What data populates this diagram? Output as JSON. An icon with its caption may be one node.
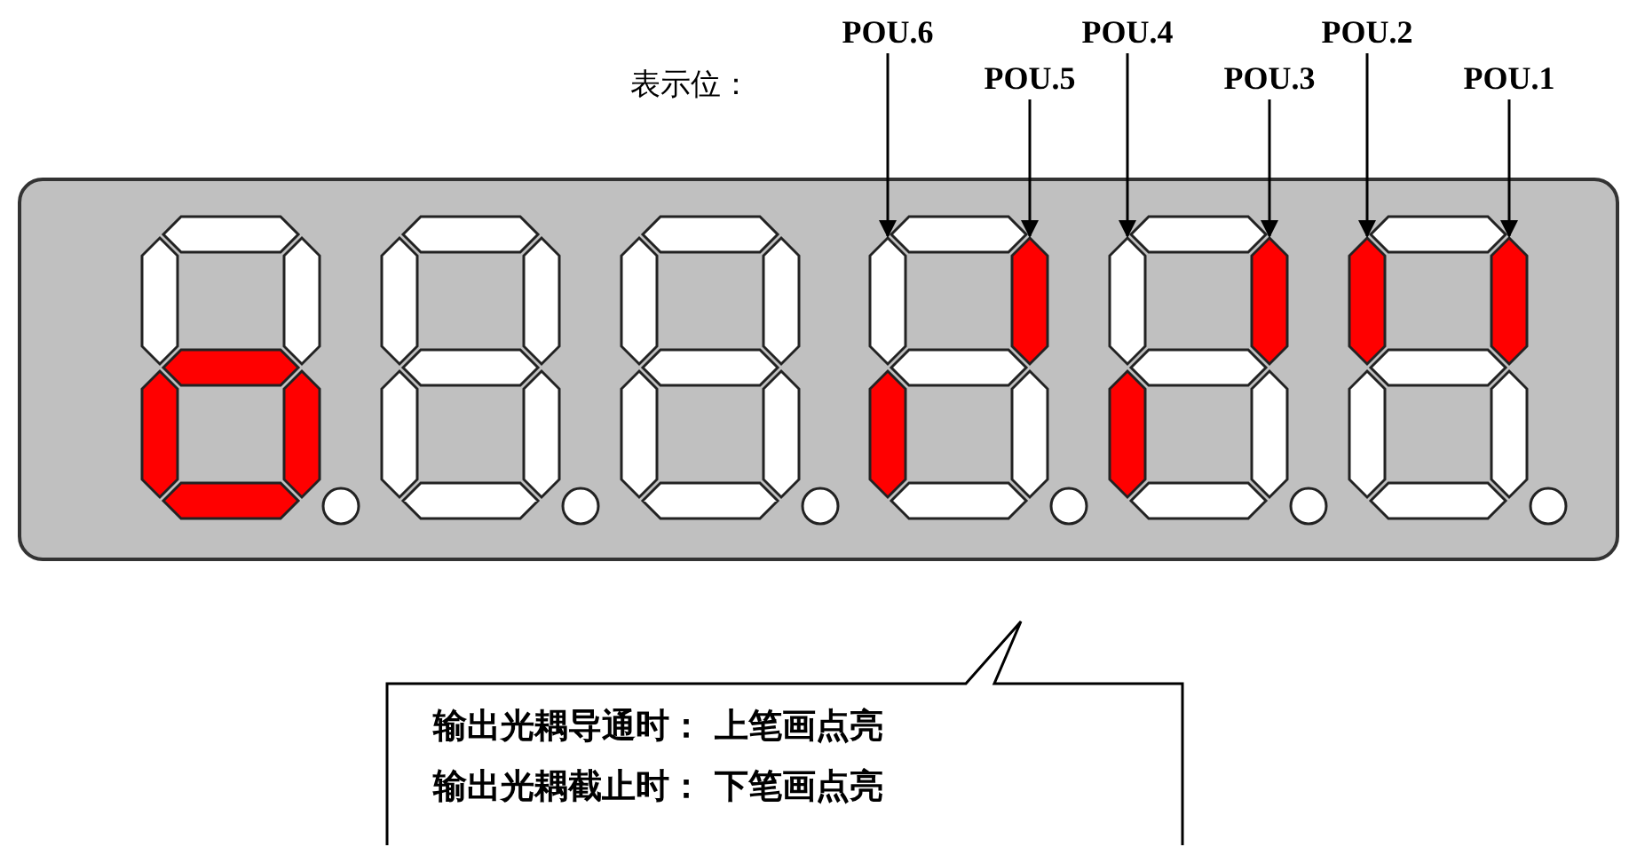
{
  "diagram": {
    "nodes": [
      {
        "text": [
          "POU.6"
        ]
      },
      {
        "text": [
          "POU.5"
        ]
      },
      {
        "text": [
          "POU.4"
        ]
      },
      {
        "text": [
          "POU.3"
        ]
      },
      {
        "text": [
          "POU.2"
        ]
      },
      {
        "text": [
          "POU.1"
        ]
      },
      {
        "text": [],
        "shape": "box"
      },
      {
        "text": [],
        "shape": "bar",
        "in": 6
      },
      {
        "text": [],
        "shape": "bar",
        "in": 6
      },
      {
        "text": [],
        "shape": "bar",
        "in": 6
      },
      {
        "text": [],
        "shape": "bar",
        "in": 6
      },
      {
        "text": [],
        "shape": "bar",
        "in": 6
      },
      {
        "text": [],
        "shape": "bar",
        "in": 6
      },
      {
        "text": [
          "输出光耦导通时： 上笔画点亮",
          "输出光耦截止时： 下笔画点亮"
        ]
      }
    ],
    "edges": [
      {
        "from": 0,
        "to": 7,
        "arrow": "to"
      },
      {
        "from": 1,
        "to": 8,
        "arrow": "to"
      },
      {
        "from": 2,
        "to": 9,
        "arrow": "to"
      },
      {
        "from": 3,
        "to": 10,
        "arrow": "to"
      },
      {
        "from": 4,
        "to": 11,
        "arrow": "to"
      },
      {
        "from": 5,
        "to": 12,
        "arrow": "to"
      }
    ],
    "labels": [
      "表示位："
    ]
  }
}
